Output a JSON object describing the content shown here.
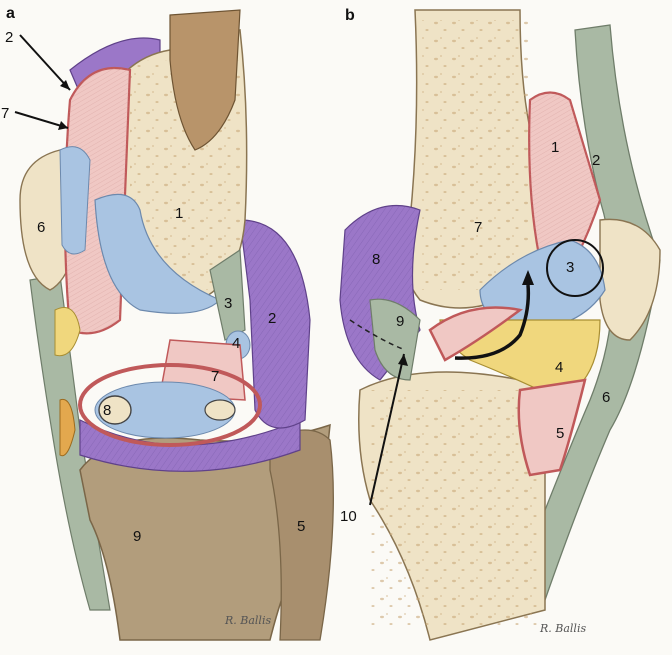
{
  "panels": [
    {
      "id": "a",
      "label": "a",
      "numbers": [
        "1",
        "2",
        "2",
        "3",
        "4",
        "5",
        "6",
        "7",
        "7",
        "8",
        "9"
      ],
      "signature": "R. Ballis"
    },
    {
      "id": "b",
      "label": "b",
      "numbers": [
        "1",
        "2",
        "3",
        "4",
        "5",
        "6",
        "7",
        "8",
        "9",
        "10"
      ],
      "signature": "R. Ballis"
    }
  ],
  "colors": {
    "bone": "#efe3c6",
    "bone_shade": "#d9c59c",
    "tibia": "#b29d7c",
    "cartilage": "#a9c4e2",
    "ligament_red": "#c0595a",
    "ligament_pink": "#f0c8c4",
    "capsule_purple": "#9b77c8",
    "fat_pad": "#f0d77d",
    "tendon_green": "#a9b9a4",
    "femur_shaft": "#b8946a"
  }
}
